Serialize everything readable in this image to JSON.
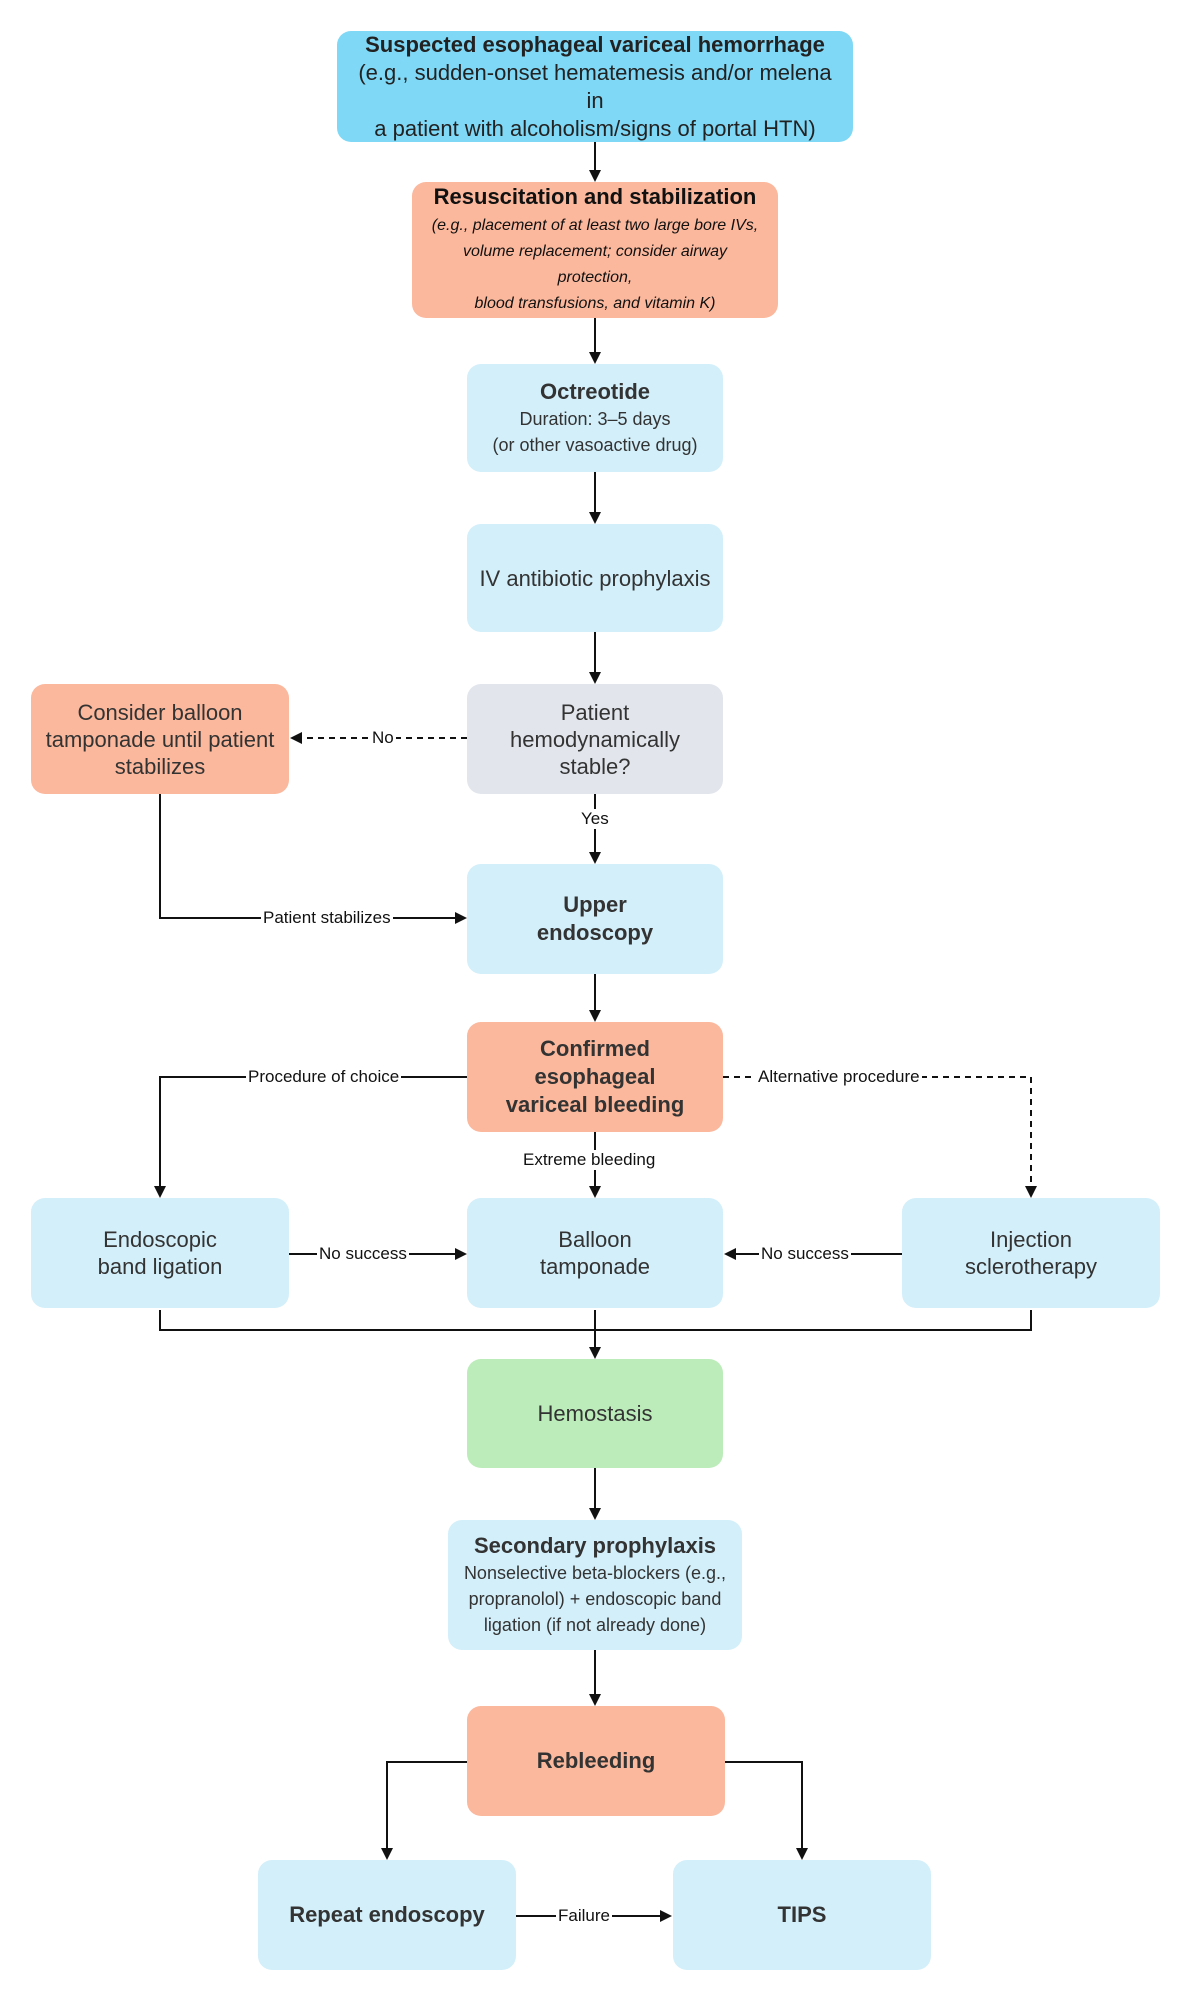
{
  "nodes": {
    "suspected": {
      "title": "Suspected esophageal variceal hemorrhage",
      "lines": [
        "(e.g., sudden-onset hematemesis and/or melena in",
        "a patient with alcoholism/signs of portal HTN)"
      ]
    },
    "resuscitation": {
      "title": "Resuscitation and stabilization",
      "lines": [
        "(e.g., placement of at least two large bore IVs,",
        "volume replacement; consider airway protection,",
        "blood transfusions, and vitamin K)"
      ]
    },
    "octreotide": {
      "title": "Octreotide",
      "lines": [
        "Duration: 3–5 days",
        "(or other vasoactive drug)"
      ]
    },
    "antibiotic": {
      "text": "IV antibiotic prophylaxis"
    },
    "stable_q": {
      "lines": [
        "Patient",
        "hemodynamically",
        "stable?"
      ]
    },
    "balloon_consider": {
      "lines": [
        "Consider balloon",
        "tamponade until patient",
        "stabilizes"
      ]
    },
    "upper_endoscopy": {
      "lines": [
        "Upper",
        "endoscopy"
      ]
    },
    "confirmed": {
      "lines": [
        "Confirmed esophageal",
        "variceal bleeding"
      ]
    },
    "band_ligation": {
      "lines": [
        "Endoscopic",
        "band ligation"
      ]
    },
    "balloon_tamponade": {
      "lines": [
        "Balloon",
        "tamponade"
      ]
    },
    "sclerotherapy": {
      "lines": [
        "Injection",
        "sclerotherapy"
      ]
    },
    "hemostasis": {
      "text": "Hemostasis"
    },
    "secondary": {
      "title": "Secondary prophylaxis",
      "lines": [
        "Nonselective beta-blockers (e.g.,",
        "propranolol) + endoscopic band",
        "ligation (if not already done)"
      ]
    },
    "rebleeding": {
      "text": "Rebleeding"
    },
    "repeat_endoscopy": {
      "text": "Repeat endoscopy"
    },
    "tips": {
      "text": "TIPS"
    }
  },
  "edge_labels": {
    "no": "No",
    "yes": "Yes",
    "patient_stabilizes": "Patient stabilizes",
    "procedure_of_choice": "Procedure of choice",
    "alternative_procedure": "Alternative procedure",
    "extreme_bleeding": "Extreme bleeding",
    "no_success_left": "No success",
    "no_success_right": "No success",
    "failure": "Failure"
  },
  "colors": {
    "bright_blue": "#7fd8f6",
    "light_blue": "#d3effa",
    "salmon": "#fbb89d",
    "grey": "#e2e6ec",
    "green": "#bdecbb",
    "connector": "#111111"
  }
}
